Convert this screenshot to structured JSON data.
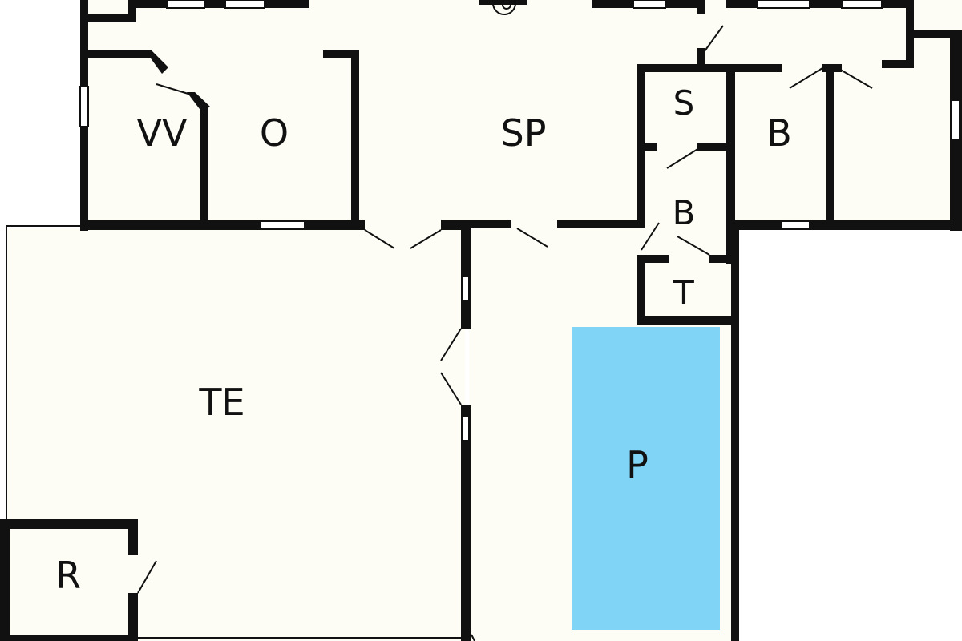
{
  "colors": {
    "wall": "#111111",
    "floor": "#fdfdf6",
    "pool": "#80d4f6",
    "window": "#ffffff",
    "background": "#ffffff"
  },
  "rooms": {
    "vv": "VV",
    "o": "O",
    "sp": "SP",
    "s": "S",
    "b1": "B",
    "b2": "B",
    "t": "T",
    "te": "TE",
    "p": "P",
    "r": "R"
  },
  "icons": {
    "stove": "stove-icon"
  }
}
